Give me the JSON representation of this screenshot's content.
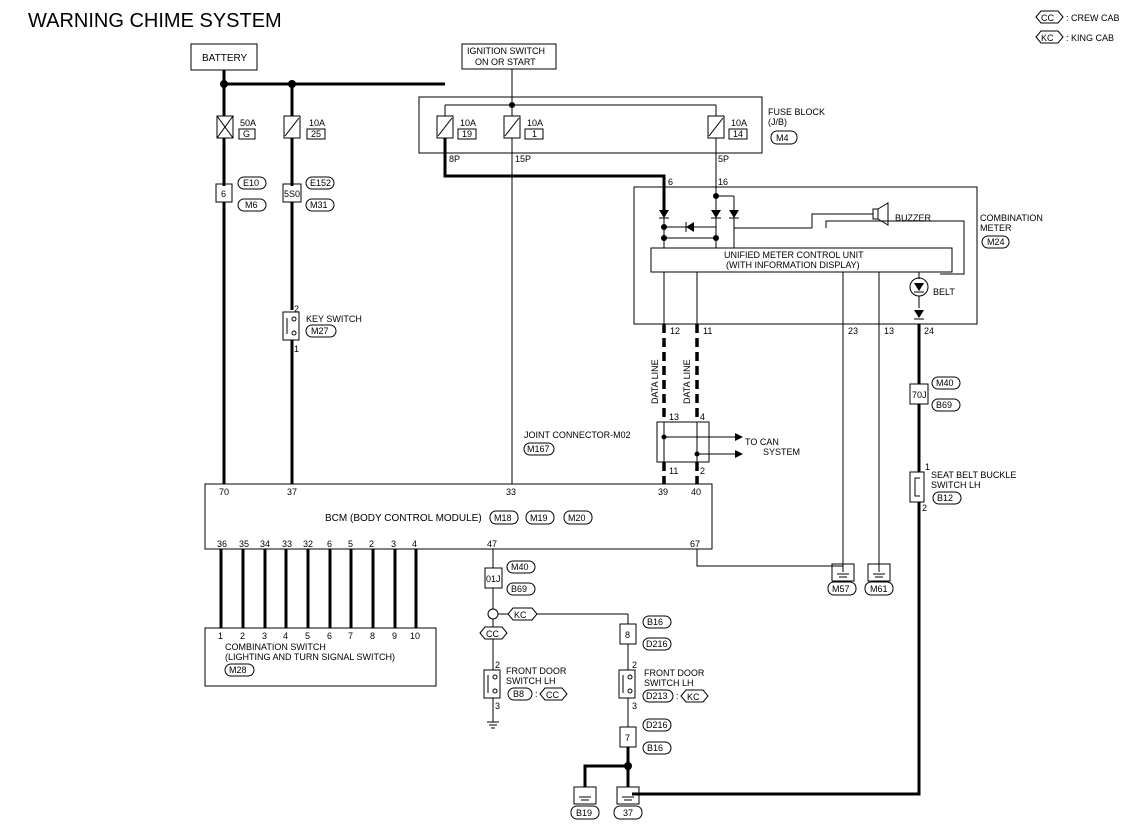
{
  "title": "WARNING CHIME SYSTEM",
  "legend": {
    "cc_code": "CC",
    "cc_text": ": CREW CAB",
    "kc_code": "KC",
    "kc_text": ": KING CAB"
  },
  "battery": "BATTERY",
  "ignition": {
    "line1": "IGNITION SWITCH",
    "line2": "ON OR START"
  },
  "fuses": {
    "f50a": {
      "amp": "50A",
      "id": "G"
    },
    "f10a_25": {
      "amp": "10A",
      "id": "25"
    },
    "f10a_19": {
      "amp": "10A",
      "id": "19"
    },
    "f10a_1": {
      "amp": "10A",
      "id": "1"
    },
    "f10a_14": {
      "amp": "10A",
      "id": "14"
    }
  },
  "fuse_block": {
    "line1": "FUSE BLOCK",
    "line2": "(J/B)",
    "conn": "M4",
    "pins": [
      "8P",
      "15P",
      "5P"
    ]
  },
  "left_connectors": {
    "c6": {
      "pin": "6",
      "a": "E10",
      "b": "M6"
    },
    "c5s": {
      "pin": "5S0",
      "a": "E152",
      "b": "M31"
    }
  },
  "key_switch": {
    "label": "KEY SWITCH",
    "conn": "M27",
    "pin_top": "2",
    "pin_bottom": "1"
  },
  "combination_meter": {
    "label1": "COMBINATION",
    "label2": "METER",
    "conn": "M24",
    "pin_6": "6",
    "pin_16": "16",
    "buzzer": "BUZZER",
    "unit1": "UNIFIED METER CONTROL UNIT",
    "unit2": "(WITH INFORMATION DISPLAY)",
    "belt": "BELT",
    "pins_bottom": [
      "12",
      "11",
      "23",
      "13",
      "24"
    ]
  },
  "data_line": "DATA LINE",
  "joint_connector": {
    "label": "JOINT CONNECTOR-M02",
    "conn": "M167",
    "pins_top": [
      "13",
      "4"
    ],
    "pins_bottom": [
      "11",
      "2"
    ],
    "to_can1": "TO CAN",
    "to_can2": "SYSTEM"
  },
  "bcm": {
    "label": "BCM (BODY CONTROL MODULE)",
    "conns": [
      "M18",
      "M19",
      "M20"
    ],
    "top_pins": [
      "70",
      "37",
      "33",
      "39",
      "40"
    ],
    "bottom_pins": [
      "36",
      "35",
      "34",
      "33",
      "32",
      "6",
      "5",
      "2",
      "3",
      "4",
      "47",
      "67"
    ]
  },
  "combination_switch": {
    "line1": "COMBINATION SWITCH",
    "line2": "(LIGHTING AND TURN SIGNAL SWITCH)",
    "conn": "M28",
    "pins": [
      "1",
      "2",
      "3",
      "4",
      "5",
      "6",
      "7",
      "8",
      "9",
      "10"
    ]
  },
  "c01j": {
    "pin": "01J",
    "a": "M40",
    "b": "B69"
  },
  "c70j": {
    "pin": "70J",
    "a": "M40",
    "b": "B69"
  },
  "kc_tag": "KC",
  "cc_tag": "CC",
  "c8": {
    "pin": "8",
    "a": "B16",
    "b": "D216"
  },
  "c7": {
    "pin": "7",
    "a": "D216",
    "b": "B16"
  },
  "front_door_cc": {
    "line1": "FRONT DOOR",
    "line2": "SWITCH LH",
    "conn": "B8",
    "variant": "CC",
    "pin_top": "2",
    "pin_bottom": "3"
  },
  "front_door_kc": {
    "line1": "FRONT DOOR",
    "line2": "SWITCH LH",
    "conn": "D213",
    "variant": "KC",
    "pin_top": "2",
    "pin_bottom": "3"
  },
  "seat_belt": {
    "line1": "SEAT BELT BUCKLE",
    "line2": "SWITCH LH",
    "conn": "B12",
    "pin_top": "1",
    "pin_bottom": "2"
  },
  "grounds": [
    "M57",
    "M61",
    "B19",
    "37"
  ]
}
